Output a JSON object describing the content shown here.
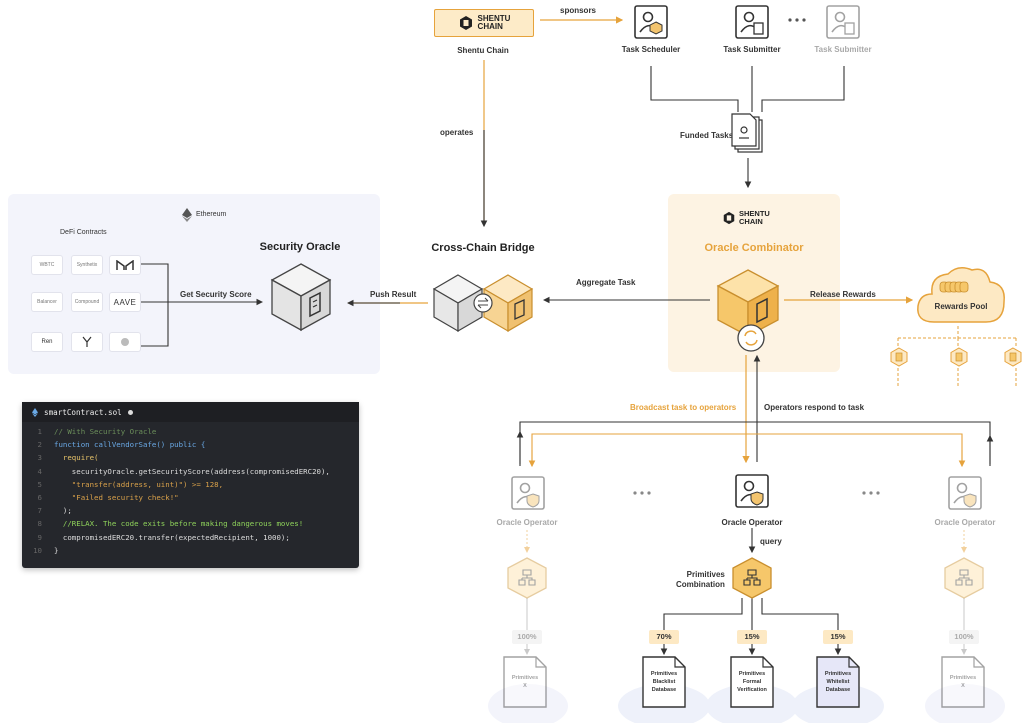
{
  "shentu_logo_text": [
    "SHENTU",
    "CHAIN"
  ],
  "labels": {
    "shentu_chain": "Shentu Chain",
    "sponsors": "sponsors",
    "task_scheduler": "Task Scheduler",
    "task_submitter_1": "Task Submitter",
    "task_submitter_2": "Task Submitter",
    "funded_tasks": "Funded Tasks",
    "operates": "operates",
    "cross_chain_bridge": "Cross-Chain Bridge",
    "aggregate_task": "Aggregate Task",
    "push_result": "Push Result",
    "oracle_combinator": "Oracle Combinator",
    "release_rewards": "Release Rewards",
    "rewards_pool": "Rewards Pool",
    "broadcast": "Broadcast task to operators",
    "respond": "Operators respond to task",
    "ethereum": "Ethereum",
    "defi_contracts": "DeFi Contracts",
    "security_oracle": "Security Oracle",
    "get_security_score": "Get Security Score",
    "oracle_operator_left": "Oracle Operator",
    "oracle_operator_center": "Oracle Operator",
    "oracle_operator_right": "Oracle Operator",
    "query": "query",
    "primitives_combination": [
      "Primitives",
      "Combination"
    ]
  },
  "defi_logos": [
    "WBTC",
    "Synthetix",
    "",
    "Balancer",
    "Compound",
    "AAVE",
    "Ren",
    "",
    ""
  ],
  "primitives": [
    {
      "pct": "100%",
      "lines": [
        "Primitives",
        "X"
      ],
      "dim": true
    },
    {
      "pct": "70%",
      "lines": [
        "Primitives",
        "Blacklist",
        "Database"
      ],
      "dim": false
    },
    {
      "pct": "15%",
      "lines": [
        "Primitives",
        "Formal",
        "Verification"
      ],
      "dim": false
    },
    {
      "pct": "15%",
      "lines": [
        "Primitives",
        "Whitelist",
        "Database"
      ],
      "dim": false
    },
    {
      "pct": "100%",
      "lines": [
        "Primitives",
        "X"
      ],
      "dim": true
    }
  ],
  "code": {
    "filename": "smartContract.sol",
    "lines": [
      "// With Security Oracle",
      "function callVendorSafe() public {",
      "  require(",
      "    securityOracle.getSecurityScore(address(compromisedERC20),",
      "    \"transfer(address, uint)\") >= 128,",
      "    \"Failed security check!\"",
      "  );",
      "  //RELAX. The code exits before making dangerous moves!",
      "  compromisedERC20.transfer(expectedRecipient, 1000);",
      "}"
    ]
  },
  "colors": {
    "accent": "#e6a33c",
    "dark": "#333333",
    "dim": "#b5b5b5"
  }
}
